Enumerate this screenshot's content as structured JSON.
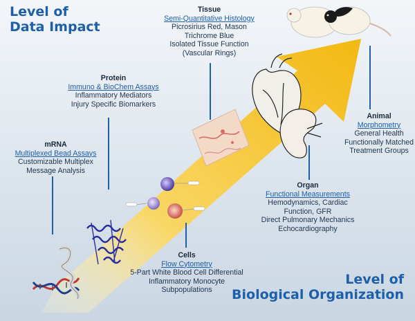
{
  "headings": {
    "data_impact": [
      "Level of",
      "Data Impact"
    ],
    "bio_org": [
      "Level of",
      "Biological Organization"
    ]
  },
  "levels": {
    "mrna": {
      "title": "mRNA",
      "link": "Multiplexed Bead Assays",
      "lines": [
        "Customizable Multiplex",
        "Message Analysis"
      ]
    },
    "protein": {
      "title": "Protein",
      "link": "Immuno & BioChem Assays",
      "lines": [
        "Inflammatory Mediators",
        "Injury Specific Biomarkers"
      ]
    },
    "tissue": {
      "title": "Tissue",
      "link": "Semi-Quantitative Histology",
      "lines": [
        "Picrosirius Red, Mason",
        "Trichrome Blue",
        "Isolated Tissue Function",
        "(Vascular Rings)"
      ]
    },
    "cells": {
      "title": "Cells",
      "link": "Flow Cytometry",
      "lines": [
        "5-Part White Blood Cell Differential",
        "Inflammatory Monocyte",
        "Subpopulations"
      ]
    },
    "organ": {
      "title": "Organ",
      "link": "Functional Measurements",
      "lines": [
        "Hemodynamics, Cardiac",
        "Function, GFR",
        "Direct Pulmonary Mechanics",
        "Echocardiography"
      ]
    },
    "animal": {
      "title": "Animal",
      "link": "Morphometry",
      "lines": [
        "General Health",
        "Functionally Matched",
        "Treatment Groups"
      ]
    }
  },
  "colors": {
    "arrow": "#f7c52a",
    "heading": "#1d5fa8",
    "background": "#dde6ee"
  }
}
